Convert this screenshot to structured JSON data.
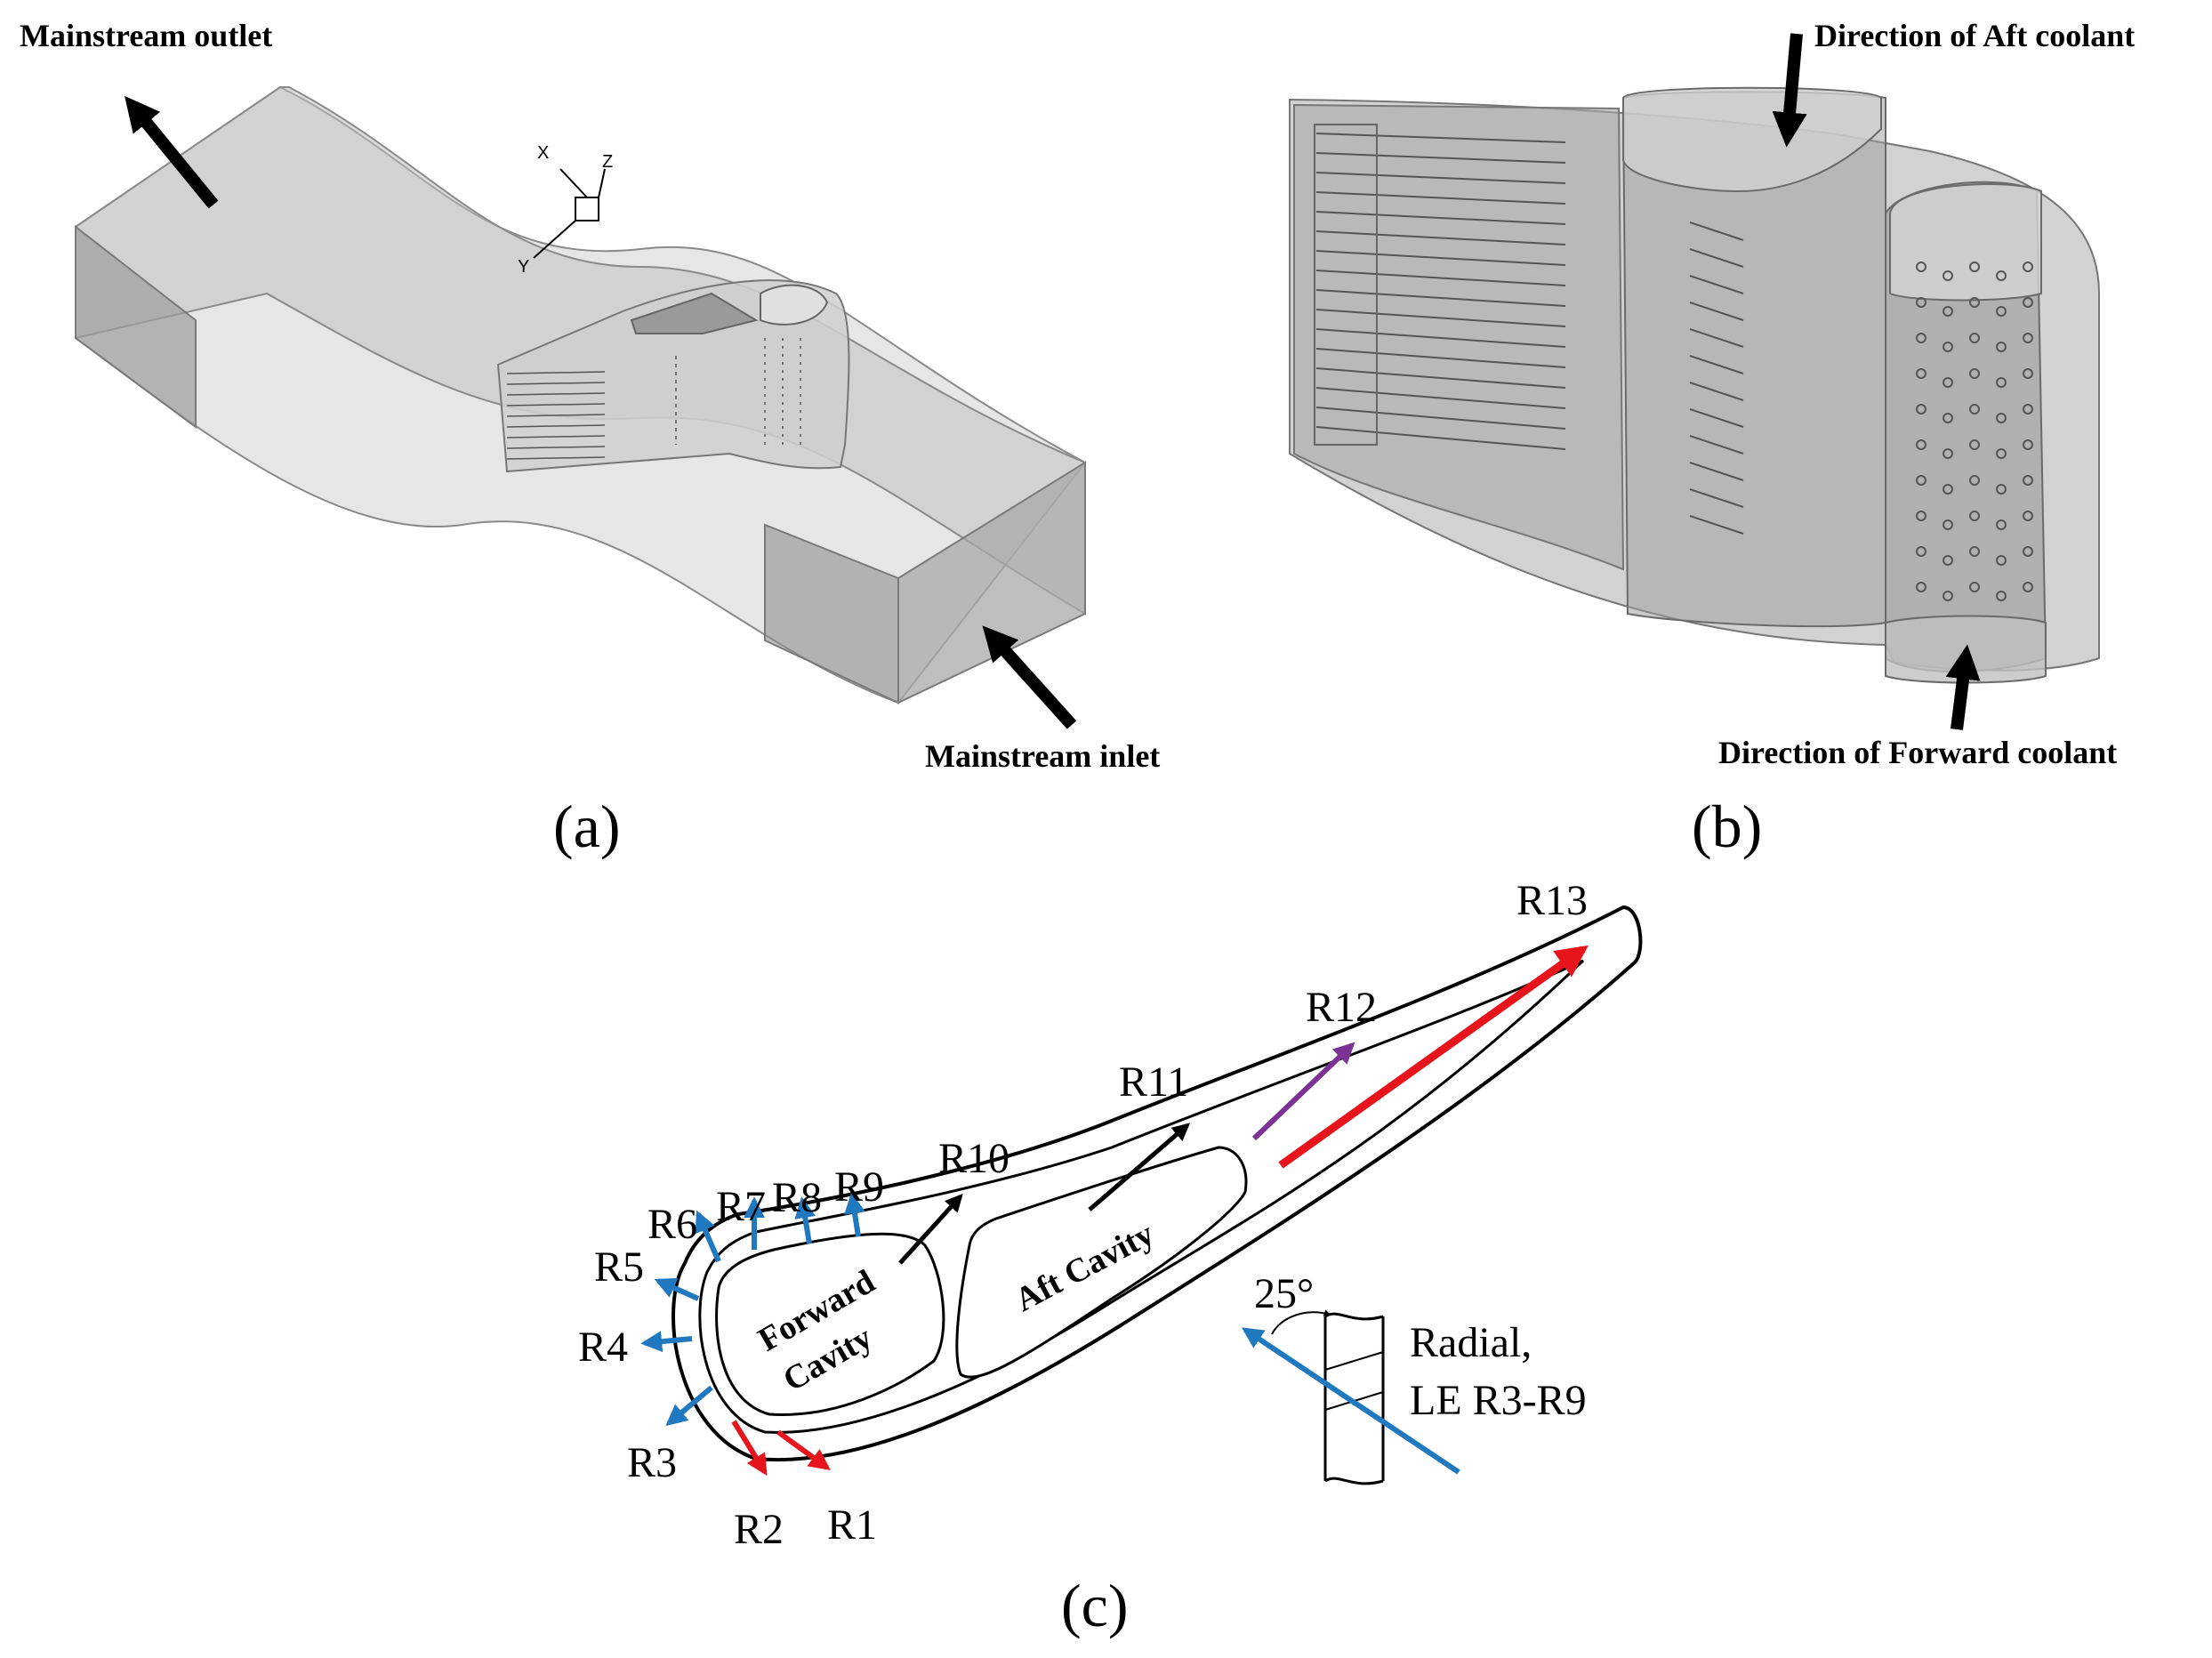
{
  "panel_a": {
    "label": "(a)",
    "outlet_label": "Mainstream outlet",
    "inlet_label": "Mainstream inlet",
    "axis_x": "X",
    "axis_y": "Y",
    "axis_z": "Z"
  },
  "panel_b": {
    "label": "(b)",
    "aft_label": "Direction of Aft coolant",
    "forward_label": "Direction of Forward coolant"
  },
  "panel_c": {
    "label": "(c)",
    "forward_cavity_line1": "Forward",
    "forward_cavity_line2": "Cavity",
    "aft_cavity": "Aft Cavity",
    "angle": "25°",
    "radial_line1": "Radial,",
    "radial_line2": "LE R3-R9",
    "rows": [
      "R1",
      "R2",
      "R3",
      "R4",
      "R5",
      "R6",
      "R7",
      "R8",
      "R9",
      "R10",
      "R11",
      "R12",
      "R13"
    ]
  },
  "colors": {
    "blue": "#1f78c0",
    "red": "#e8141c",
    "purple": "#7b3294",
    "black": "#000000",
    "gray": "#c8c8c8"
  }
}
